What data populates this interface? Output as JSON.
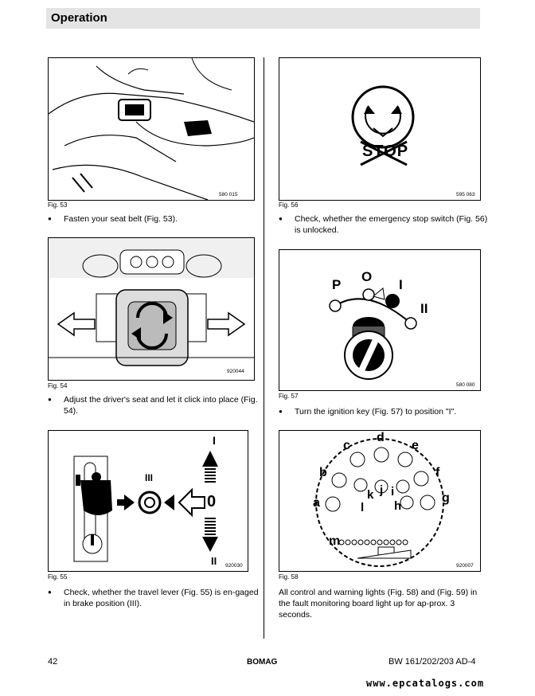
{
  "header": {
    "title": "Operation"
  },
  "figures": {
    "fig53": {
      "caption": "Fig. 53",
      "code": "580 015"
    },
    "fig54": {
      "caption": "Fig. 54",
      "code": "920044"
    },
    "fig55": {
      "caption": "Fig. 55",
      "code": "920030",
      "pos_upper": "I",
      "pos_middle": "III",
      "pos_neutral": "0",
      "pos_lower": "II"
    },
    "fig56": {
      "caption": "Fig. 56",
      "code": "595 063",
      "stop_text": "STOP"
    },
    "fig57": {
      "caption": "Fig. 57",
      "code": "580 080",
      "pos_p": "P",
      "pos_o": "O",
      "pos_i": "I",
      "pos_ii": "II"
    },
    "fig58": {
      "caption": "Fig. 58",
      "code": "920007",
      "letters": {
        "a": "a",
        "b": "b",
        "c": "c",
        "d": "d",
        "e": "e",
        "f": "f",
        "g": "g",
        "h": "h",
        "i": "i",
        "j": "j",
        "k": "k",
        "l": "l",
        "m": "m"
      }
    }
  },
  "instructions": {
    "seat_belt": "Fasten your seat belt (Fig. 53).",
    "seat_adjust": "Adjust the driver's seat and let it click into place (Fig. 54).",
    "travel_lever": "Check, whether the travel lever (Fig. 55) is en-gaged in brake position (III).",
    "emergency_stop": "Check, whether the emergency stop switch (Fig. 56) is unlocked.",
    "ignition": "Turn the ignition key (Fig. 57) to position \"I\".",
    "warning_lights": "All control and warning lights (Fig. 58) and (Fig. 59) in the fault monitoring board light up for ap-prox. 3 seconds."
  },
  "footer": {
    "page_number": "42",
    "brand": "BOMAG",
    "model": "BW 161/202/203 AD-4"
  },
  "watermark": {
    "text": "www.epcatalogs.com"
  }
}
